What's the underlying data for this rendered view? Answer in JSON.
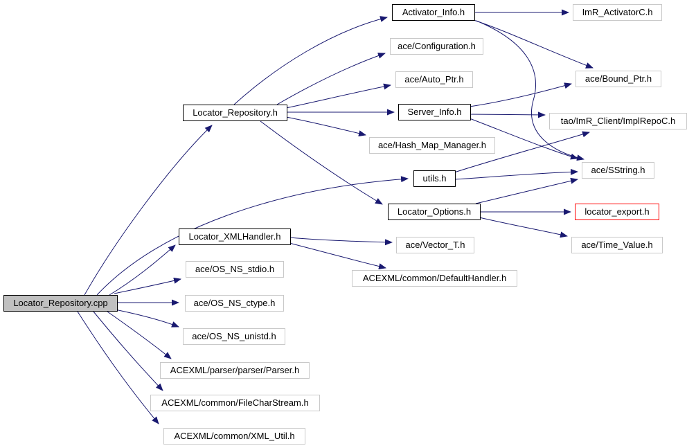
{
  "diagram": {
    "type": "include-dependency-graph",
    "tool_style": "doxygen",
    "root_file": "Locator_Repository.cpp",
    "background_color": "#ffffff",
    "edge_color": "#191970",
    "colors": {
      "documented_node_border": "#000000",
      "external_node_border": "#c9c9c9",
      "highlighted_node_border": "#ff0000",
      "root_node_fill": "#c0c0c0",
      "node_fill": "#ffffff",
      "text": "#000000"
    }
  },
  "nodes": [
    {
      "id": "locator_repository_cpp",
      "label": "Locator_Repository.cpp",
      "kind": "root"
    },
    {
      "id": "locator_repository_h",
      "label": "Locator_Repository.h",
      "kind": "documented"
    },
    {
      "id": "activator_info_h",
      "label": "Activator_Info.h",
      "kind": "documented"
    },
    {
      "id": "imr_activatorc_h",
      "label": "ImR_ActivatorC.h",
      "kind": "external"
    },
    {
      "id": "ace_configuration_h",
      "label": "ace/Configuration.h",
      "kind": "external"
    },
    {
      "id": "ace_auto_ptr_h",
      "label": "ace/Auto_Ptr.h",
      "kind": "external"
    },
    {
      "id": "ace_bound_ptr_h",
      "label": "ace/Bound_Ptr.h",
      "kind": "external"
    },
    {
      "id": "server_info_h",
      "label": "Server_Info.h",
      "kind": "documented"
    },
    {
      "id": "tao_imr_client_implrepoc_h",
      "label": "tao/ImR_Client/ImplRepoC.h",
      "kind": "external"
    },
    {
      "id": "ace_hash_map_manager_h",
      "label": "ace/Hash_Map_Manager.h",
      "kind": "external"
    },
    {
      "id": "utils_h",
      "label": "utils.h",
      "kind": "documented"
    },
    {
      "id": "ace_sstring_h",
      "label": "ace/SString.h",
      "kind": "external"
    },
    {
      "id": "locator_options_h",
      "label": "Locator_Options.h",
      "kind": "documented"
    },
    {
      "id": "locator_export_h",
      "label": "locator_export.h",
      "kind": "highlighted"
    },
    {
      "id": "ace_vector_t_h",
      "label": "ace/Vector_T.h",
      "kind": "external"
    },
    {
      "id": "ace_time_value_h",
      "label": "ace/Time_Value.h",
      "kind": "external"
    },
    {
      "id": "locator_xmlhandler_h",
      "label": "Locator_XMLHandler.h",
      "kind": "documented"
    },
    {
      "id": "acexml_common_defaulthandler_h",
      "label": "ACEXML/common/DefaultHandler.h",
      "kind": "external"
    },
    {
      "id": "ace_os_ns_stdio_h",
      "label": "ace/OS_NS_stdio.h",
      "kind": "external"
    },
    {
      "id": "ace_os_ns_ctype_h",
      "label": "ace/OS_NS_ctype.h",
      "kind": "external"
    },
    {
      "id": "ace_os_ns_unistd_h",
      "label": "ace/OS_NS_unistd.h",
      "kind": "external"
    },
    {
      "id": "acexml_parser_parser_parser_h",
      "label": "ACEXML/parser/parser/Parser.h",
      "kind": "external"
    },
    {
      "id": "acexml_common_filecharstream_h",
      "label": "ACEXML/common/FileCharStream.h",
      "kind": "external"
    },
    {
      "id": "acexml_common_xml_util_h",
      "label": "ACEXML/common/XML_Util.h",
      "kind": "external"
    }
  ],
  "edges": [
    {
      "from": "Locator_Repository.cpp",
      "to": "Locator_Repository.h"
    },
    {
      "from": "Locator_Repository.cpp",
      "to": "utils.h"
    },
    {
      "from": "Locator_Repository.cpp",
      "to": "Locator_XMLHandler.h"
    },
    {
      "from": "Locator_Repository.cpp",
      "to": "ace/OS_NS_stdio.h"
    },
    {
      "from": "Locator_Repository.cpp",
      "to": "ace/OS_NS_ctype.h"
    },
    {
      "from": "Locator_Repository.cpp",
      "to": "ace/OS_NS_unistd.h"
    },
    {
      "from": "Locator_Repository.cpp",
      "to": "ACEXML/parser/parser/Parser.h"
    },
    {
      "from": "Locator_Repository.cpp",
      "to": "ACEXML/common/FileCharStream.h"
    },
    {
      "from": "Locator_Repository.cpp",
      "to": "ACEXML/common/XML_Util.h"
    },
    {
      "from": "Locator_Repository.h",
      "to": "Activator_Info.h"
    },
    {
      "from": "Locator_Repository.h",
      "to": "ace/Configuration.h"
    },
    {
      "from": "Locator_Repository.h",
      "to": "ace/Auto_Ptr.h"
    },
    {
      "from": "Locator_Repository.h",
      "to": "Server_Info.h"
    },
    {
      "from": "Locator_Repository.h",
      "to": "ace/Hash_Map_Manager.h"
    },
    {
      "from": "Locator_Repository.h",
      "to": "Locator_Options.h"
    },
    {
      "from": "Activator_Info.h",
      "to": "ImR_ActivatorC.h"
    },
    {
      "from": "Activator_Info.h",
      "to": "ace/Bound_Ptr.h"
    },
    {
      "from": "Activator_Info.h",
      "to": "ace/SString.h"
    },
    {
      "from": "Server_Info.h",
      "to": "ace/Bound_Ptr.h"
    },
    {
      "from": "Server_Info.h",
      "to": "tao/ImR_Client/ImplRepoC.h"
    },
    {
      "from": "Server_Info.h",
      "to": "ace/SString.h"
    },
    {
      "from": "utils.h",
      "to": "tao/ImR_Client/ImplRepoC.h"
    },
    {
      "from": "utils.h",
      "to": "ace/SString.h"
    },
    {
      "from": "Locator_Options.h",
      "to": "ace/SString.h"
    },
    {
      "from": "Locator_Options.h",
      "to": "locator_export.h"
    },
    {
      "from": "Locator_Options.h",
      "to": "ace/Time_Value.h"
    },
    {
      "from": "Locator_XMLHandler.h",
      "to": "ace/Vector_T.h"
    },
    {
      "from": "Locator_XMLHandler.h",
      "to": "ACEXML/common/DefaultHandler.h"
    }
  ]
}
